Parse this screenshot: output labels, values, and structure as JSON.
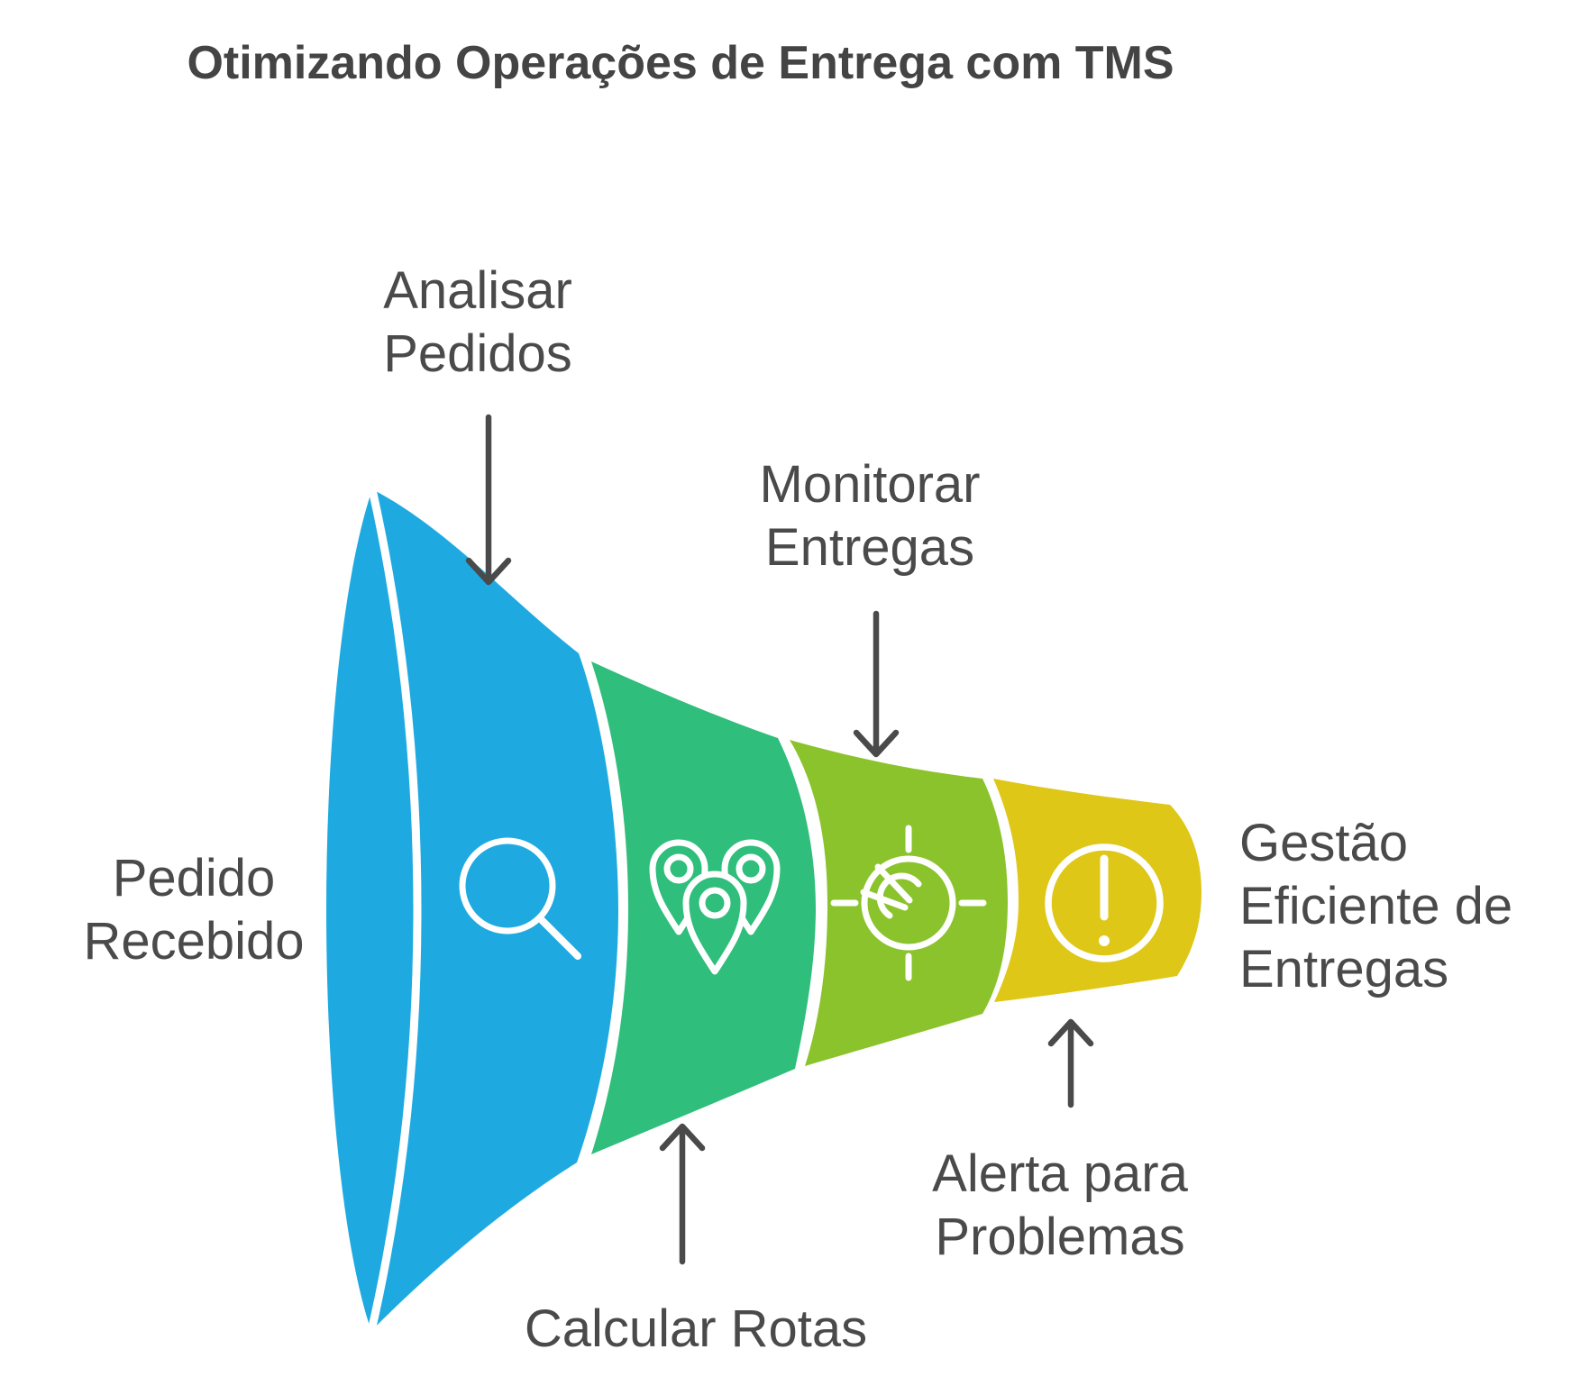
{
  "title": "Otimizando Operações de Entrega com TMS",
  "colors": {
    "background": "#FFFFFF",
    "arrow": "#4A4A4A",
    "label_text": "#4A4A4A",
    "title_text": "#444444",
    "icon_stroke": "#FFFFFF"
  },
  "funnel": {
    "input_label": "Pedido\nRecebido",
    "output_label": "Gestão\nEficiente de\nEntregas",
    "stages": [
      {
        "label": "Analisar\nPedidos",
        "icon": "magnifier-icon",
        "color": "#1EAAE1",
        "label_position": "top"
      },
      {
        "label": "Calcular Rotas",
        "icon": "map-pins-icon",
        "color": "#2FBE7B",
        "label_position": "bottom"
      },
      {
        "label": "Monitorar\nEntregas",
        "icon": "gauge-icon",
        "color": "#8BC32C",
        "label_position": "top"
      },
      {
        "label": "Alerta para\nProblemas",
        "icon": "alert-icon",
        "color": "#DEC717",
        "label_position": "bottom"
      }
    ]
  }
}
